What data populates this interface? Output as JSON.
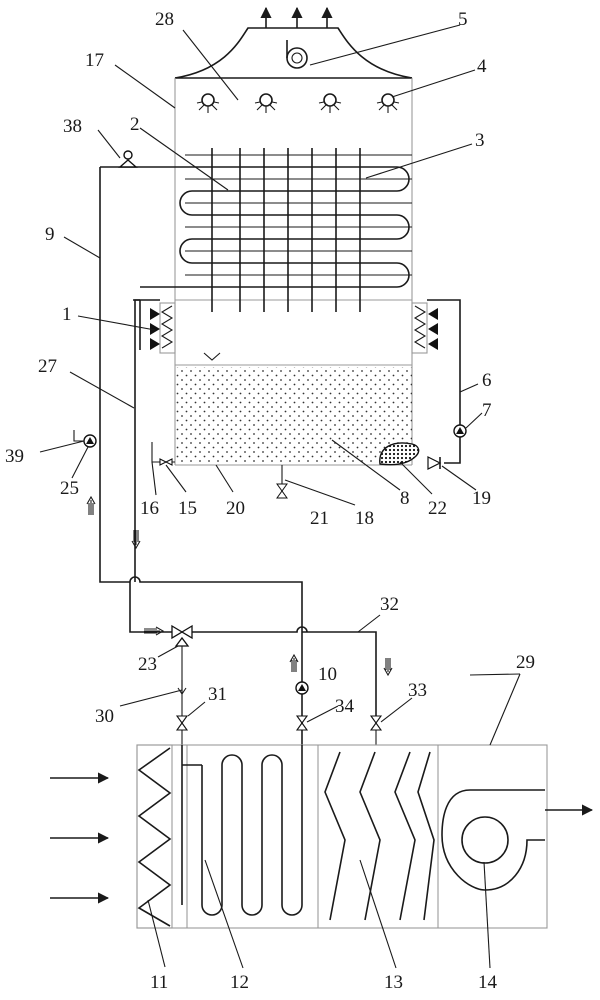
{
  "diagram": {
    "labels": [
      {
        "id": "1",
        "text": "1"
      },
      {
        "id": "2",
        "text": "2"
      },
      {
        "id": "3",
        "text": "3"
      },
      {
        "id": "4",
        "text": "4"
      },
      {
        "id": "5",
        "text": "5"
      },
      {
        "id": "6",
        "text": "6"
      },
      {
        "id": "7",
        "text": "7"
      },
      {
        "id": "8",
        "text": "8"
      },
      {
        "id": "9",
        "text": "9"
      },
      {
        "id": "10",
        "text": "10"
      },
      {
        "id": "11",
        "text": "11"
      },
      {
        "id": "12",
        "text": "12"
      },
      {
        "id": "13",
        "text": "13"
      },
      {
        "id": "14",
        "text": "14"
      },
      {
        "id": "15",
        "text": "15"
      },
      {
        "id": "16",
        "text": "16"
      },
      {
        "id": "17",
        "text": "17"
      },
      {
        "id": "18",
        "text": "18"
      },
      {
        "id": "19",
        "text": "19"
      },
      {
        "id": "20",
        "text": "20"
      },
      {
        "id": "21",
        "text": "21"
      },
      {
        "id": "22",
        "text": "22"
      },
      {
        "id": "23",
        "text": "23"
      },
      {
        "id": "25",
        "text": "25"
      },
      {
        "id": "27",
        "text": "27"
      },
      {
        "id": "28",
        "text": "28"
      },
      {
        "id": "29",
        "text": "29"
      },
      {
        "id": "30",
        "text": "30"
      },
      {
        "id": "31",
        "text": "31"
      },
      {
        "id": "32",
        "text": "32"
      },
      {
        "id": "33",
        "text": "33"
      },
      {
        "id": "34",
        "text": "34"
      },
      {
        "id": "38",
        "text": "38"
      },
      {
        "id": "39",
        "text": "39"
      }
    ],
    "colors": {
      "line": "#1a1a1a",
      "background": "#ffffff"
    }
  }
}
